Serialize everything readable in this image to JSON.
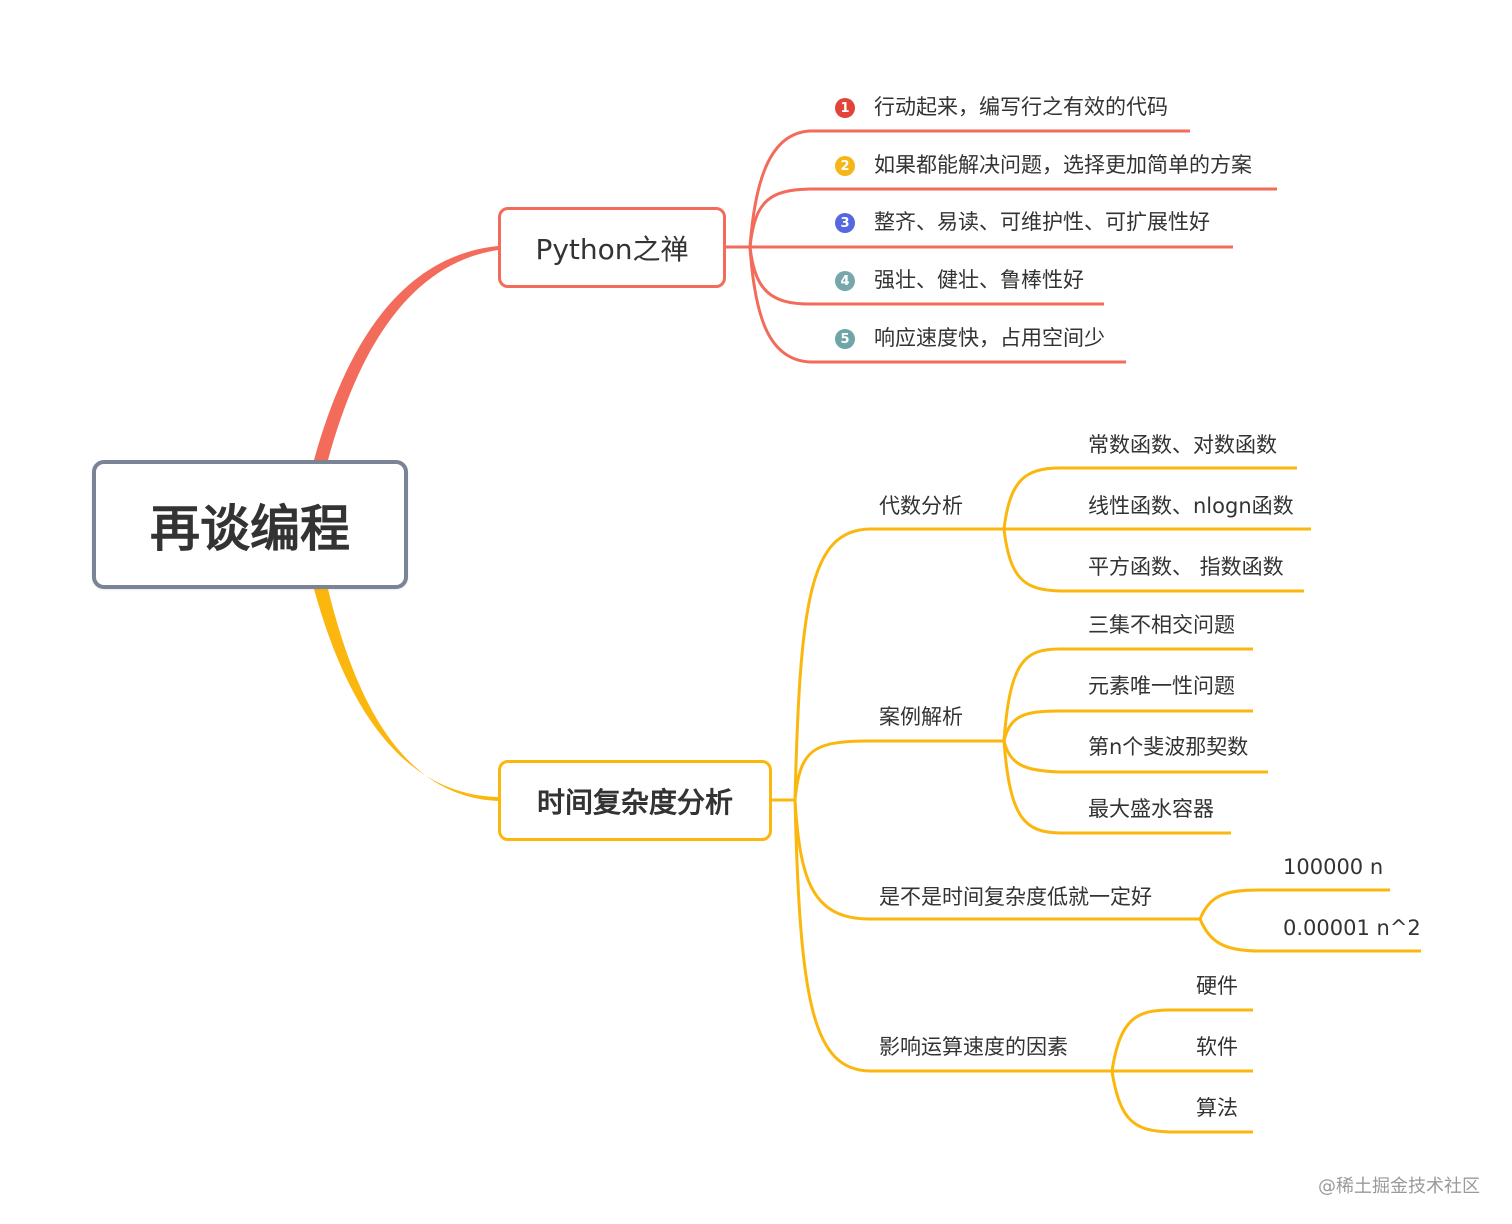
{
  "root": {
    "label": "再谈编程"
  },
  "branches": {
    "python": {
      "label": "Python之禅",
      "color": "#f26b5b",
      "items": [
        {
          "num": "1",
          "text": "行动起来，编写行之有效的代码",
          "badge_color": "#e2443a"
        },
        {
          "num": "2",
          "text": "如果都能解决问题，选择更加简单的方案",
          "badge_color": "#f6b619"
        },
        {
          "num": "3",
          "text": "整齐、易读、可维护性、可扩展性好",
          "badge_color": "#5668e0"
        },
        {
          "num": "4",
          "text": "强壮、健壮、鲁棒性好",
          "badge_color": "#78a7ab"
        },
        {
          "num": "5",
          "text": "响应速度快，占用空间少",
          "badge_color": "#6fa4a8"
        }
      ]
    },
    "time": {
      "label": "时间复杂度分析",
      "color": "#fbb70d",
      "subtopics": [
        {
          "label": "代数分析",
          "items": [
            "常数函数、对数函数",
            "线性函数、nlogn函数",
            "平方函数、 指数函数"
          ]
        },
        {
          "label": "案例解析",
          "items": [
            "三集不相交问题",
            "元素唯一性问题",
            "第n个斐波那契数",
            "最大盛水容器"
          ]
        },
        {
          "label": "是不是时间复杂度低就一定好",
          "items": [
            "100000 n",
            "0.00001 n^2"
          ]
        },
        {
          "label": "影响运算速度的因素",
          "items": [
            "硬件",
            "软件",
            "算法"
          ]
        }
      ]
    }
  },
  "watermark": "@稀土掘金技术社区"
}
